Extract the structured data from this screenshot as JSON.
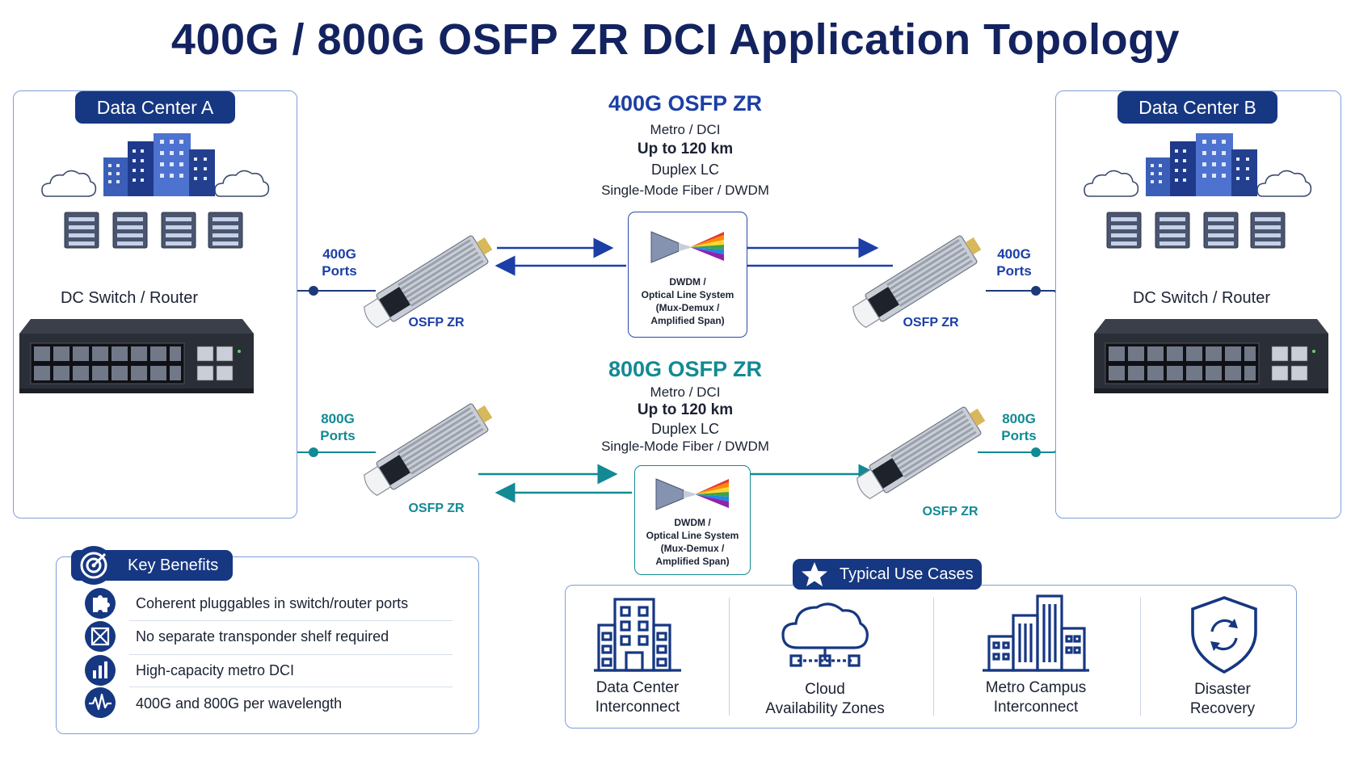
{
  "title": "400G / 800G OSFP ZR DCI Application Topology",
  "data_center_a": {
    "label": "Data Center A",
    "switch_label": "DC Switch / Router",
    "port_400g": [
      "400G",
      "Ports"
    ],
    "port_800g": [
      "800G",
      "Ports"
    ]
  },
  "data_center_b": {
    "label": "Data Center B",
    "switch_label": "DC Switch / Router",
    "port_400g": [
      "400G",
      "Ports"
    ],
    "port_800g": [
      "800G",
      "Ports"
    ]
  },
  "link_400g": {
    "title": "400G OSFP ZR",
    "lines": [
      "Metro / DCI",
      "Up to 120 km",
      "Duplex LC",
      "Single-Mode Fiber / DWDM"
    ],
    "module_label": "OSFP ZR",
    "olt_lines": [
      "DWDM /",
      "Optical Line System",
      "(Mux-Demux /",
      "Amplified Span)"
    ]
  },
  "link_800g": {
    "title": "800G OSFP ZR",
    "lines": [
      "Metro / DCI",
      "Up to 120 km",
      "Duplex LC",
      "Single-Mode Fiber / DWDM"
    ],
    "module_label": "OSFP ZR",
    "olt_lines": [
      "DWDM /",
      "Optical Line System",
      "(Mux-Demux /",
      "Amplified Span)"
    ]
  },
  "key_benefits": {
    "label": "Key Benefits",
    "icon": "target-icon",
    "items": [
      {
        "text": "Coherent pluggables in switch/router ports",
        "icon": "puzzle-icon"
      },
      {
        "text": "No separate transponder shelf required",
        "icon": "no-shelf-icon"
      },
      {
        "text": "High-capacity metro DCI",
        "icon": "bar-chart-icon"
      },
      {
        "text": "400G and 800G per wavelength",
        "icon": "waveform-icon"
      }
    ]
  },
  "use_cases": {
    "label": "Typical Use Cases",
    "icon": "star-icon",
    "items": [
      {
        "lines": [
          "Data Center",
          "Interconnect"
        ],
        "icon": "building-icon"
      },
      {
        "lines": [
          "Cloud",
          "Availability Zones"
        ],
        "icon": "cloud-network-icon"
      },
      {
        "lines": [
          "Metro Campus",
          "Interconnect"
        ],
        "icon": "city-icon"
      },
      {
        "lines": [
          "Disaster",
          "Recovery"
        ],
        "icon": "shield-sync-icon"
      }
    ]
  },
  "colors": {
    "navy": "#163782",
    "title": "#13235f",
    "blue_link": "#1c3fa6",
    "teal_link": "#128a94",
    "border": "#7f9fd8"
  }
}
